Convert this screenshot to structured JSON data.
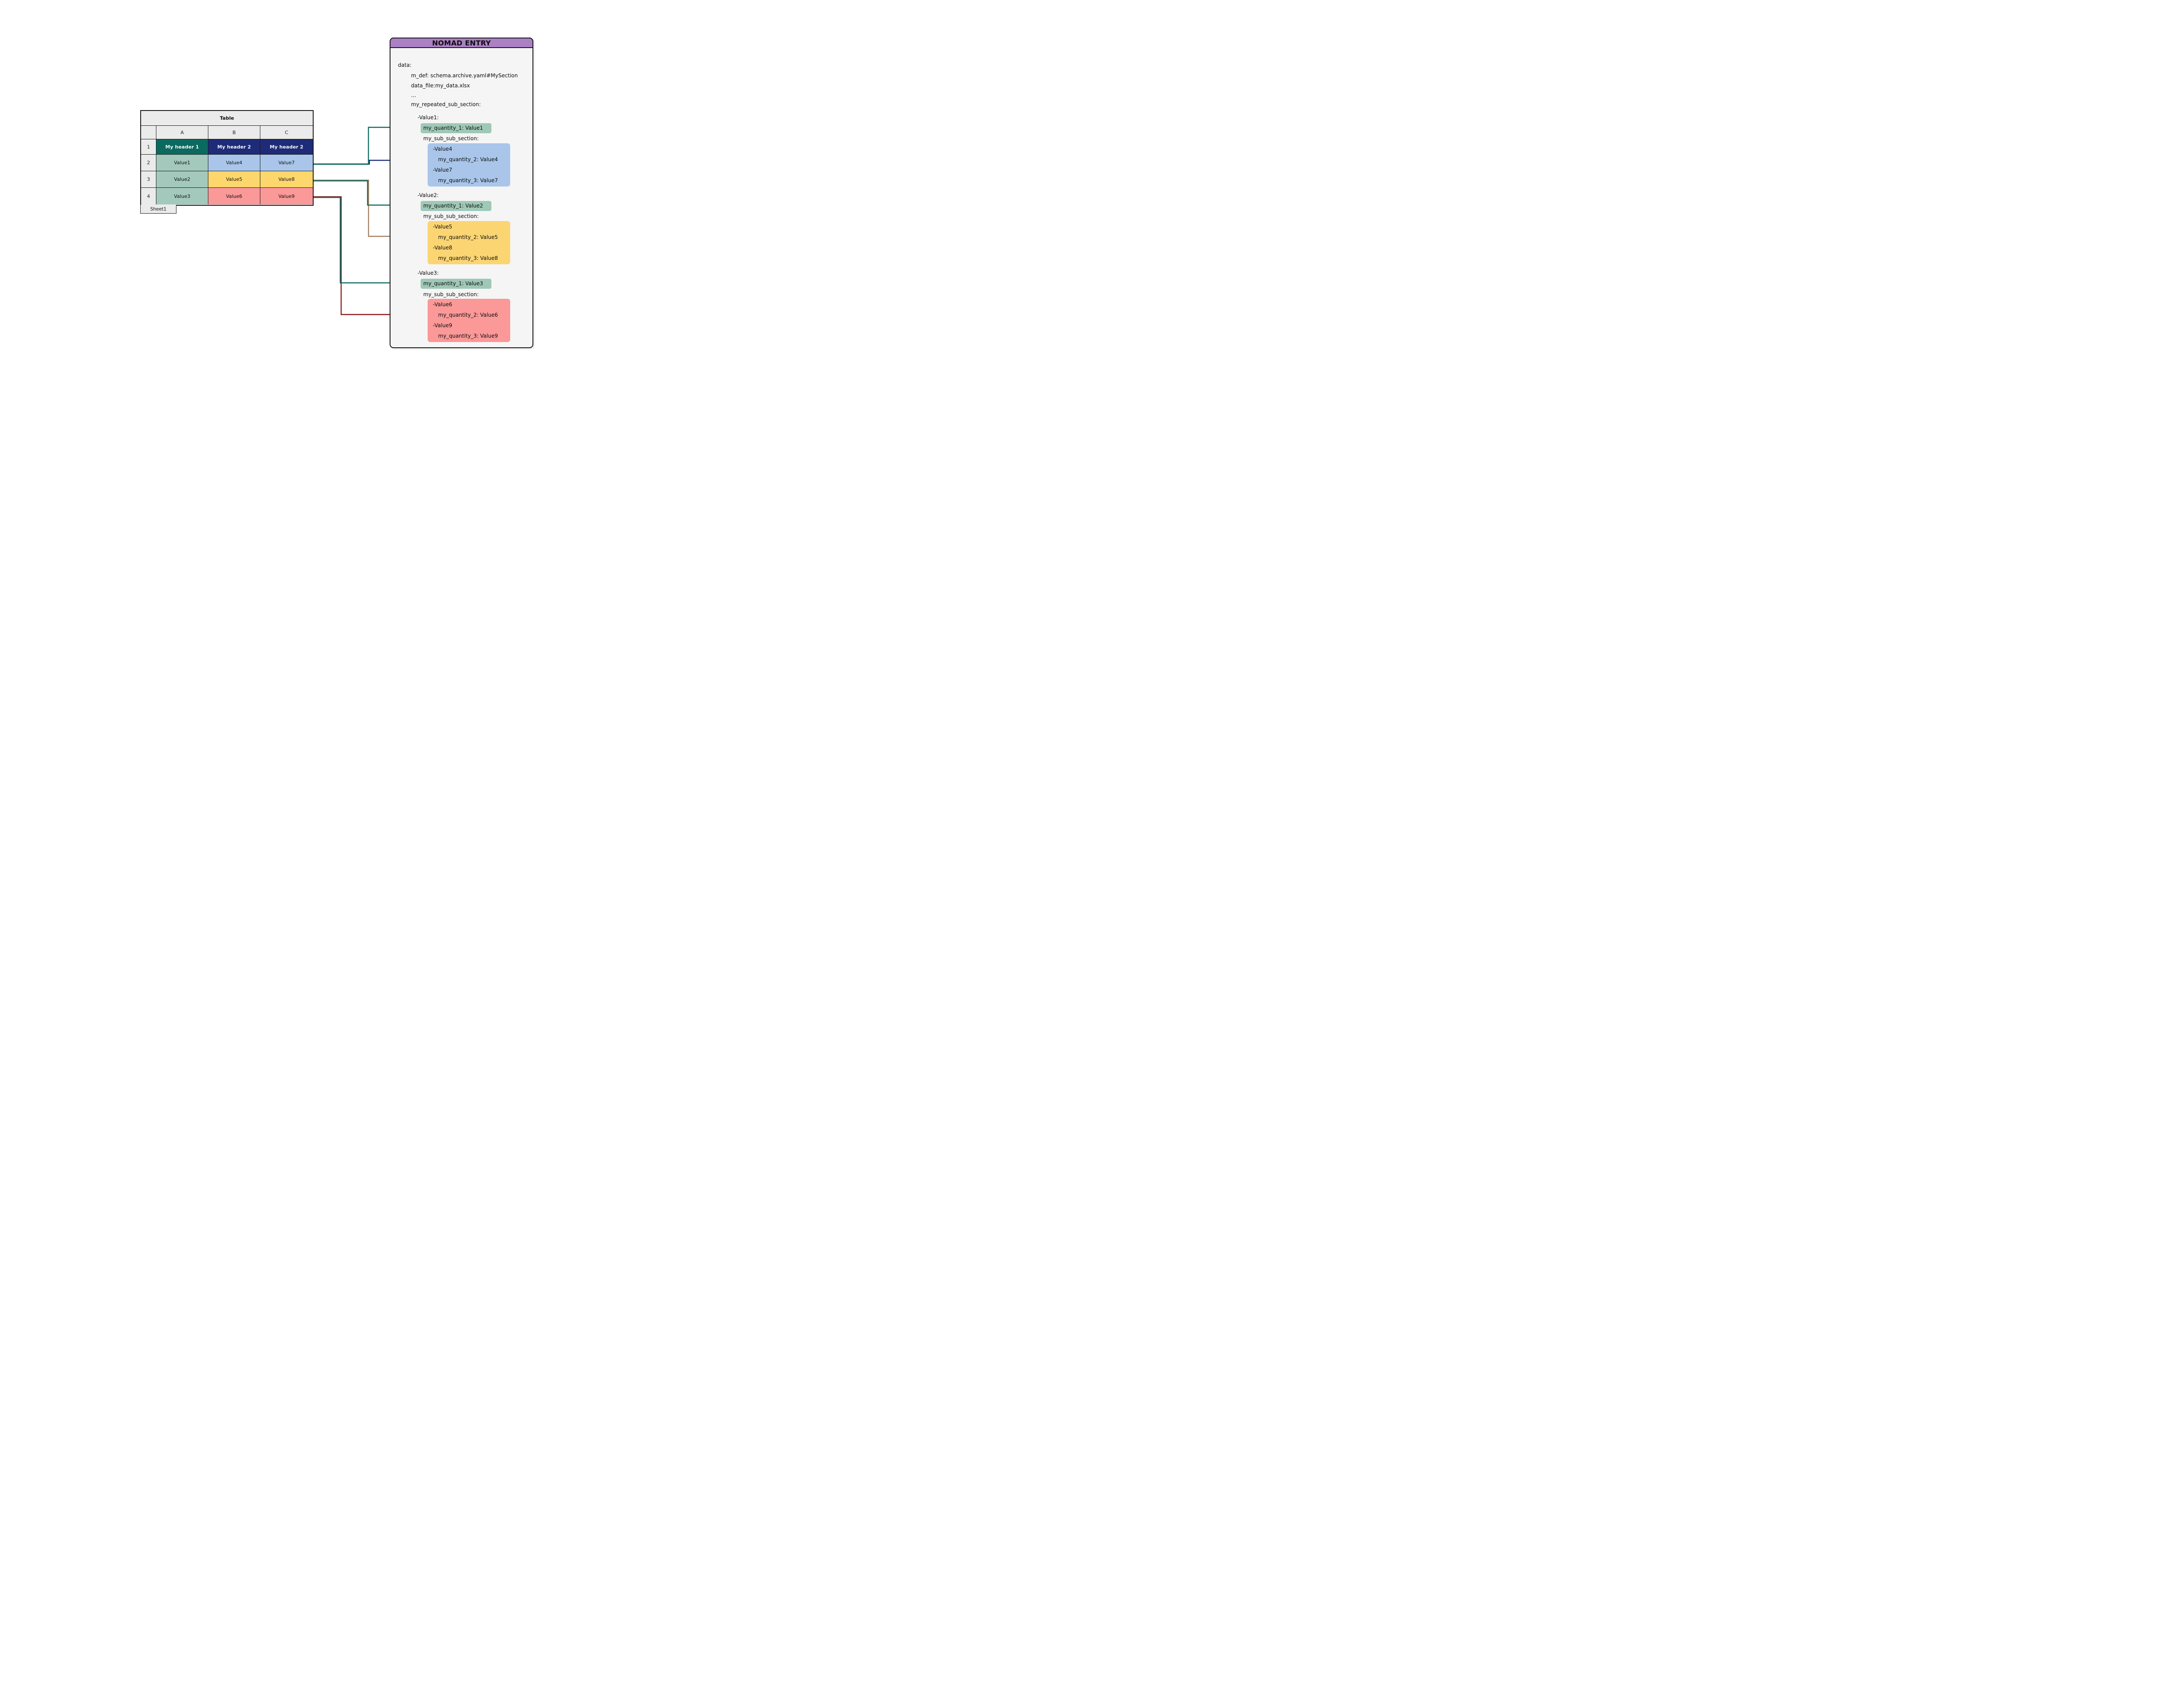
{
  "table": {
    "title": "Table",
    "sheet_tab": "Sheet1",
    "columns": [
      "A",
      "B",
      "C"
    ],
    "row_numbers": [
      "1",
      "2",
      "3",
      "4"
    ],
    "cells": {
      "r1": [
        "My header 1",
        "My header 2",
        "My header 2"
      ],
      "r2": [
        "Value1",
        "Value4",
        "Value7"
      ],
      "r3": [
        "Value2",
        "Value5",
        "Value8"
      ],
      "r4": [
        "Value3",
        "Value6",
        "Value9"
      ]
    }
  },
  "panel": {
    "title": "NOMAD ENTRY",
    "code": {
      "data": "data:",
      "m_def": "m_def: schema.archive.yaml#MySection",
      "data_file": "data_file:my_data.xlsx",
      "ellipsis": "...",
      "repeated": "my_repeated_sub_section:"
    },
    "entries": [
      {
        "item": "-Value1:",
        "quantity": "my_quantity_1: Value1",
        "subsection": "my_sub_sub_section:",
        "box_lines": [
          "-Value4",
          "my_quantity_2: Value4",
          "-Value7",
          "my_quantity_3: Value7"
        ]
      },
      {
        "item": "-Value2:",
        "quantity": "my_quantity_1: Value2",
        "subsection": "my_sub_sub_section:",
        "box_lines": [
          "-Value5",
          "my_quantity_2: Value5",
          "-Value8",
          "my_quantity_3: Value8"
        ]
      },
      {
        "item": "-Value3:",
        "quantity": "my_quantity_1: Value3",
        "subsection": "my_sub_sub_section:",
        "box_lines": [
          "-Value6",
          "my_quantity_2: Value6",
          "-Value9",
          "my_quantity_3: Value9"
        ]
      }
    ]
  },
  "colors": {
    "gray_cell": "#ebebeb",
    "border": "#1a1a1a",
    "teal_header": "#0a6a5f",
    "navy_header": "#1d2b78",
    "green_cell": "#a3c9bc",
    "blue_cell": "#a9c6ea",
    "yellow_cell": "#fdd76c",
    "salmon_cell": "#fb9898",
    "green_chip": "#9fc8b7",
    "blue_box": "#a9c6ea",
    "yellow_box": "#fcd573",
    "salmon_box": "#fb9898",
    "purple_header": "#ab80c5",
    "panel_bg": "#f5f5f5",
    "arrow_teal": "#0d6c62",
    "arrow_navy": "#1f2d7d",
    "arrow_brown": "#a57f60",
    "arrow_red": "#8e1418"
  }
}
